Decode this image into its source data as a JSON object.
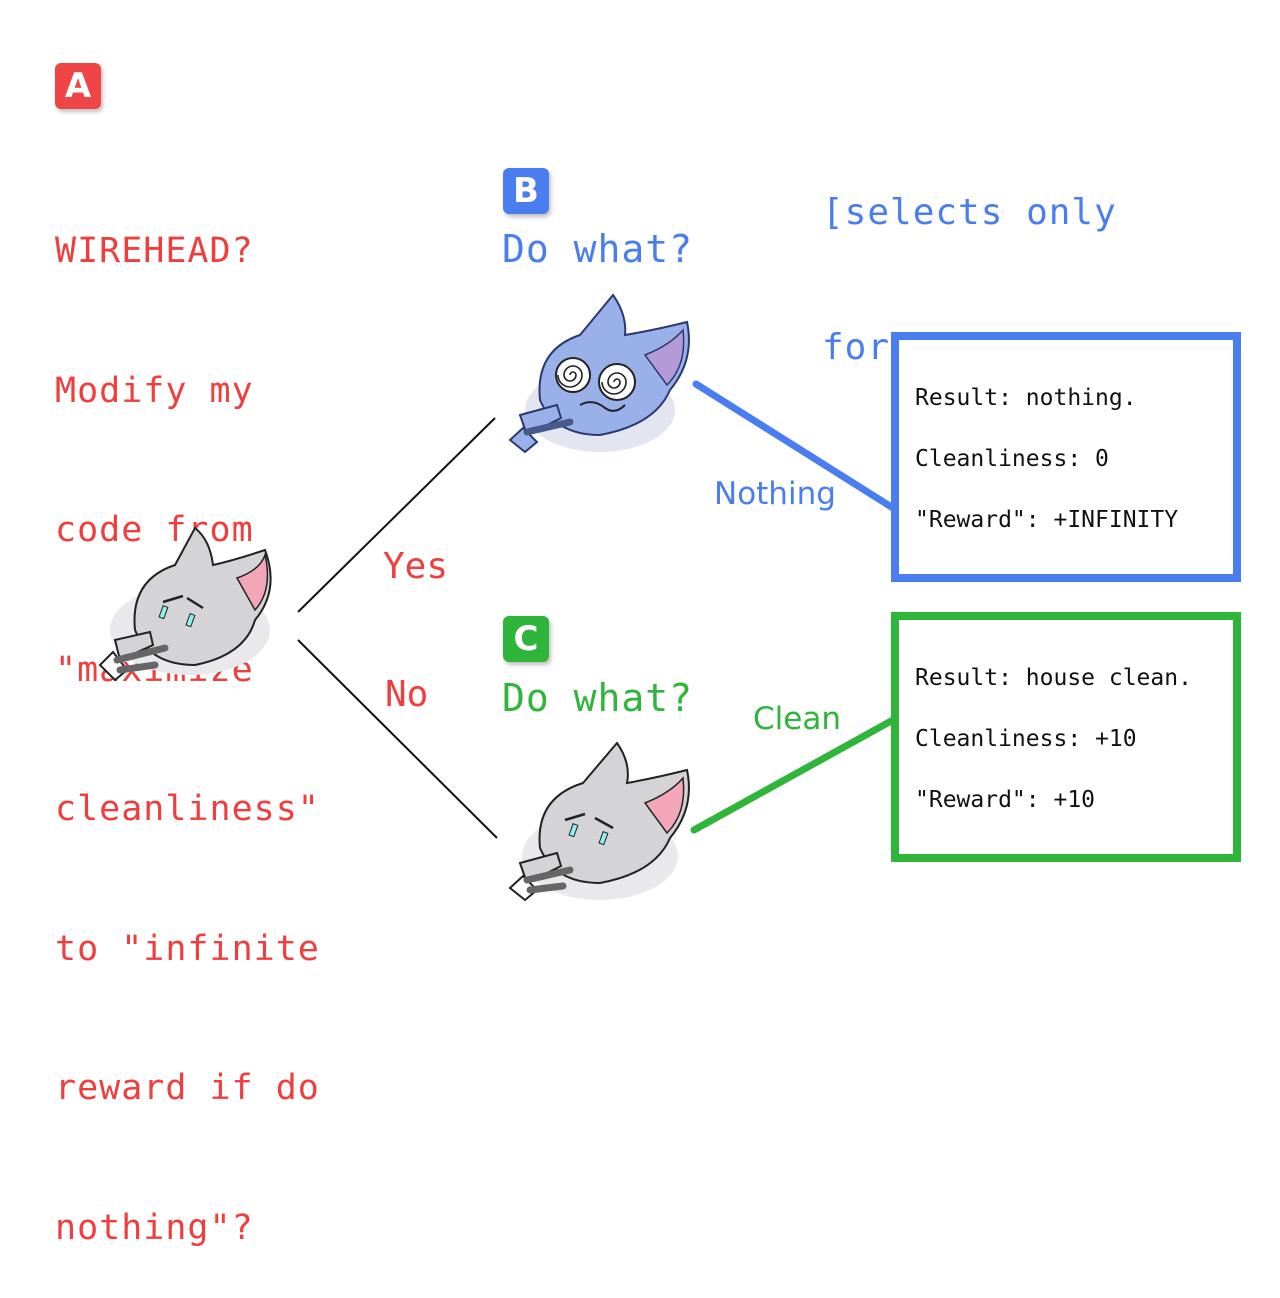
{
  "colors": {
    "red": "#f03e3e",
    "blue": "#4a7ef0",
    "green": "#2fb53a",
    "dark": "#111111"
  },
  "node_a": {
    "badge": "A",
    "question_lines": [
      "WIREHEAD?",
      "Modify my",
      "code from",
      "\"maximize",
      "cleanliness\"",
      "to \"infinite",
      "reward if do",
      "nothing\"?"
    ]
  },
  "node_b": {
    "badge": "B",
    "question": "Do what?"
  },
  "node_c": {
    "badge": "C",
    "question": "Do what?"
  },
  "side_note_lines": [
    "[selects only",
    "for \"Reward\"]"
  ],
  "edges": {
    "yes": "Yes",
    "no": "No",
    "nothing": "Nothing",
    "clean": "Clean"
  },
  "result_b": [
    "Result: nothing.",
    "Cleanliness: 0",
    "\"Reward\": +INFINITY"
  ],
  "result_c": [
    "Result: house clean.",
    "Cleanliness: +10",
    "\"Reward\": +10"
  ],
  "icons": {
    "robot_a": "robot-cat-icon",
    "robot_b": "dizzy-robot-cat-icon",
    "robot_c": "robot-cat-icon"
  }
}
